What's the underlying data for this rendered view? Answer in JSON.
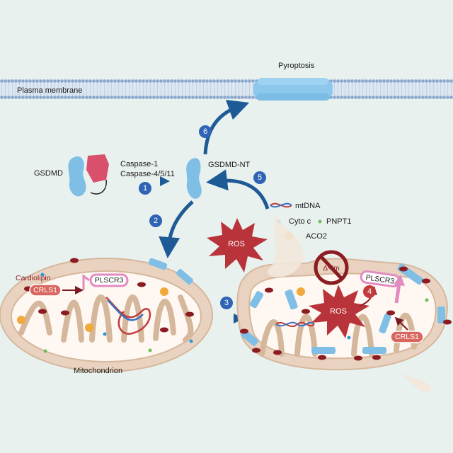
{
  "labels": {
    "pyroptosis": "Pyroptosis",
    "plasma_membrane": "Plasma membrane",
    "gsdmd": "GSDMD",
    "caspase1": "Caspase-1",
    "caspase4511": "Caspase-4/5/11",
    "gsdmd_nt": "GSDMD-NT",
    "mtdna": "mtDNA",
    "cyto_c": "Cyto c",
    "pnpt1": "PNPT1",
    "aco2": "ACO2",
    "ros_outer": "ROS",
    "ros_inner": "ROS",
    "cardiolipin": "Cardiolipin",
    "plscr3_left": "PLSCR3",
    "crls1_left": "CRLS1",
    "plscr3_right": "PLSCR3",
    "crls1_right": "CRLS1",
    "mitochondrion": "Mitochondrion",
    "delta_psi": "ΔΨm"
  },
  "steps": [
    "1",
    "2",
    "3",
    "4",
    "5",
    "6"
  ],
  "colors": {
    "background": "#e9f1ef",
    "step_blue": "#2f63b4",
    "step_red": "#c23b3b",
    "arrow_blue": "#1d5a96",
    "ros_red": "#b8343a",
    "gsdmd_blue": "#7fbfe6",
    "gsdmd_pink": "#d9506c",
    "mito_fill": "#e9d3c0",
    "cardiolipin": "#8b1c22",
    "pill_pink": "#e18bc2"
  }
}
